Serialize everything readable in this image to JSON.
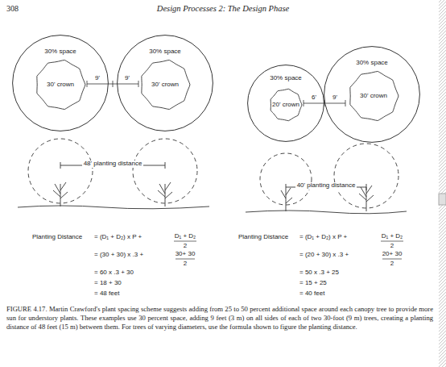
{
  "diagram": {
    "title": "Design Processes 2: The Design Phase",
    "caption": "FIGURE 4.17. Martin Crawford's plant spacing scheme suggests adding from 25 to 50 percent additional space around each canopy tree to provide more sun for understory plants. These examples use 30 percent space, adding 9 feet (3 m) on all sides of each of two 30-foot (9 m) trees, creating a planting distance of 48 feet (15 m) between them. For trees of varying diameters, use the formula shown to figure the planting distance.",
    "nodes": [
      {
        "text": [
          "30% space"
        ]
      },
      {
        "text": [
          "30' crown"
        ],
        "in": 0
      },
      {
        "text": [
          "30% space"
        ]
      },
      {
        "text": [
          "30' crown"
        ],
        "in": 2
      },
      {
        "text": [
          "30% space"
        ]
      },
      {
        "text": [
          "20' crown"
        ],
        "in": 4
      },
      {
        "text": [
          "30% space"
        ]
      },
      {
        "text": [
          "30' crown"
        ],
        "in": 6
      }
    ],
    "labels": [
      "308",
      "9'",
      "9'",
      "48' planting distance",
      "Planting Distance",
      "= (D₁ + D₂) x P +",
      "D₁ + D₂",
      "2",
      "= (30 + 30) x .3 +",
      "30+ 30",
      "2",
      "= 60 x .3 + 30",
      "= 18 + 30",
      "= 48 feet",
      "6'",
      "9'",
      "40' planting distance",
      "Planting Distance",
      "= (D₁ + D₂) x P +",
      "D₁ + D₂",
      "2",
      "= (20 + 30) x .3 +",
      "20+ 30",
      "2",
      "= 50 x .3 + 25",
      "= 15 + 25",
      "= 40 feet"
    ]
  }
}
